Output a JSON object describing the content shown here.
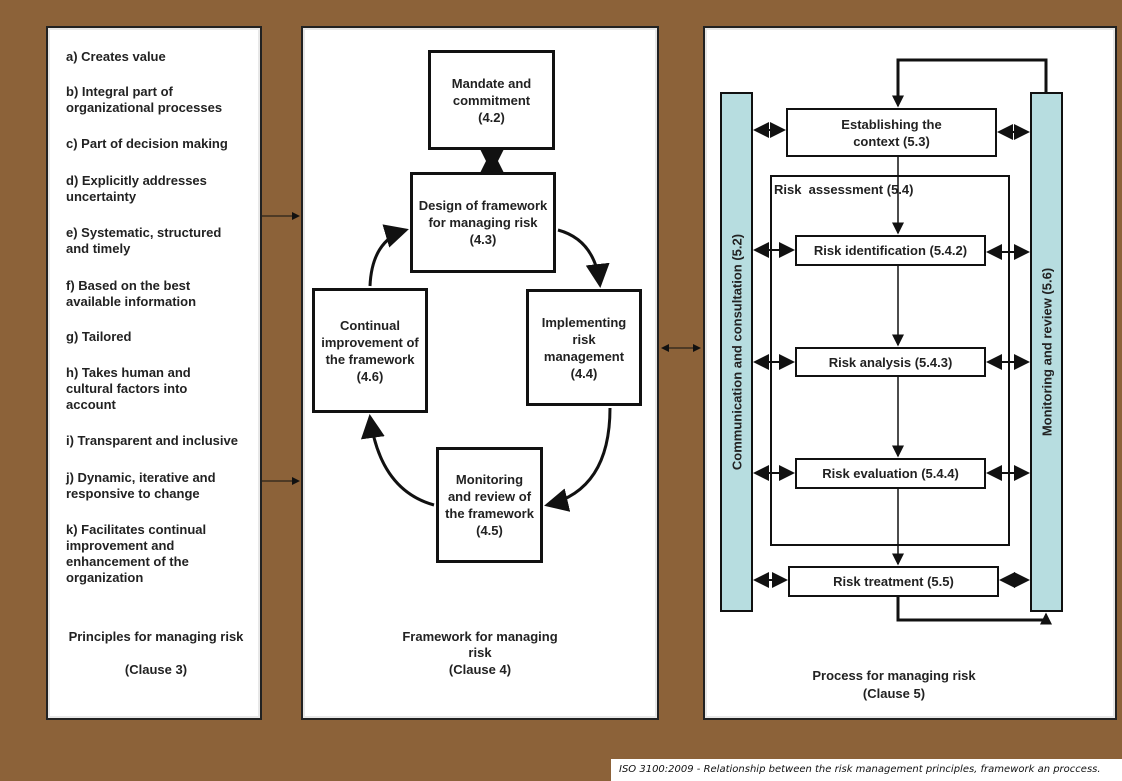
{
  "principles": {
    "items": [
      "a) Creates value",
      "b) Integral part of organizational processes",
      "c) Part of decision making",
      "d) Explicitly addresses uncertainty",
      "e) Systematic, structured and timely",
      "f) Based on the best available information",
      "g) Tailored",
      "h) Takes human and cultural factors into account",
      "i) Transparent and inclusive",
      "j) Dynamic, iterative and responsive to change",
      "k) Facilitates continual improvement and enhancement of the organization"
    ],
    "title": "Principles for managing risk",
    "clause": "(Clause 3)"
  },
  "framework": {
    "mandate": "Mandate and commitment (4.2)",
    "design": "Design of framework for managing risk (4.3)",
    "implementing": "Implementing risk management (4.4)",
    "monitoring": "Monitoring and review of the framework (4.5)",
    "continual": "Continual improvement of the framework (4.6)",
    "title": "Framework for managing risk",
    "clause": "(Clause 4)"
  },
  "process": {
    "communication": "Communication and consultation (5.2)",
    "monitoring": "Monitoring and review (5.6)",
    "context": "Establishing the context (5.3)",
    "assessment": "Risk  assessment (5.4)",
    "identification": "Risk identification (5.4.2)",
    "analysis": "Risk analysis (5.4.3)",
    "evaluation": "Risk evaluation (5.4.4)",
    "treatment": "Risk treatment (5.5)",
    "title": "Process for managing risk",
    "clause": "(Clause 5)"
  },
  "caption": "ISO 3100:2009 - Relationship between the risk management principles, framework an proccess.",
  "colors": {
    "background": "#8c6239",
    "bars": "#b7dde0"
  }
}
